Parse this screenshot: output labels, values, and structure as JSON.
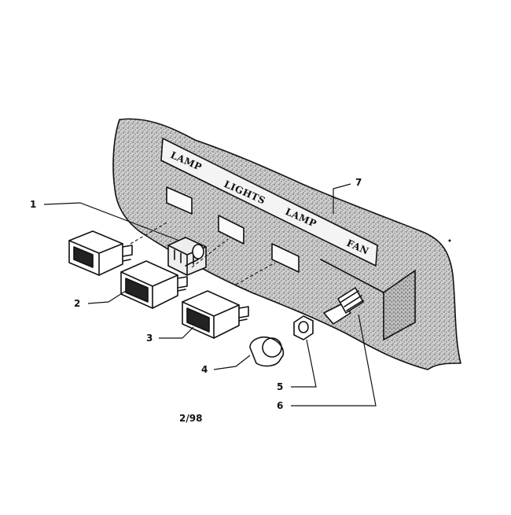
{
  "panel": {
    "labels": [
      "LAMP",
      "LIGHTS",
      "LAMP",
      "FAN"
    ]
  },
  "callouts": [
    "1",
    "2",
    "3",
    "4",
    "5",
    "6",
    "7"
  ],
  "footer": {
    "code": "2/98"
  }
}
